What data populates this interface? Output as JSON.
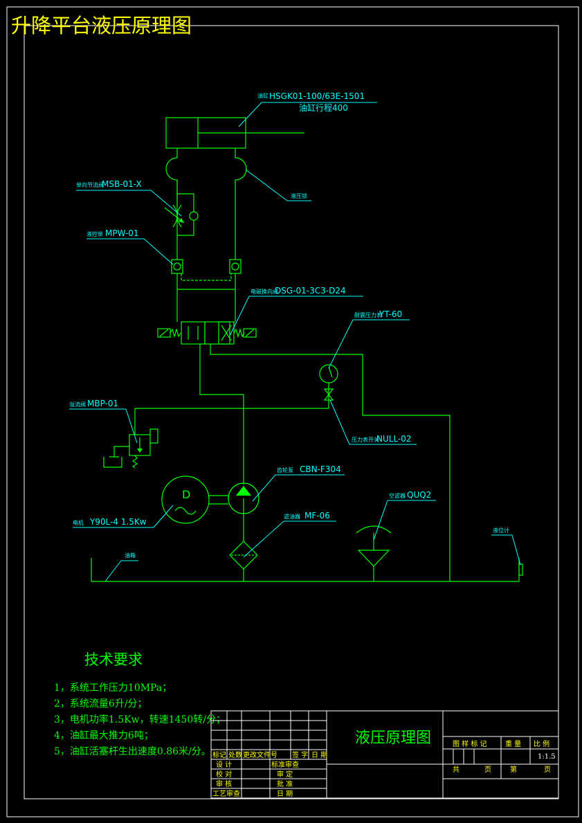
{
  "title": "升降平台液压原理图",
  "components": {
    "cylinder": {
      "small": "油缸",
      "model": "HSGK01-100/63E-1501",
      "stroke_label": "油缸行程400"
    },
    "hydraulic_lock": {
      "small": "液压锁"
    },
    "throttle_valve": {
      "small": "单向节流阀",
      "model": "MSB-01-X"
    },
    "check_valve": {
      "small": "液控单",
      "model": "MPW-01"
    },
    "solenoid_valve": {
      "small": "电磁换向阀",
      "model": "DSG-01-3C3-D24"
    },
    "pressure_gauge": {
      "small": "耐震压力表",
      "model": "YT-60"
    },
    "gauge_switch": {
      "small": "压力表开关",
      "model": "NULL-02"
    },
    "relief_valve": {
      "small": "溢流阀",
      "model": "MBP-01"
    },
    "gear_pump": {
      "small": "齿轮泵",
      "model": "CBN-F304"
    },
    "motor": {
      "small": "电机",
      "model": "Y90L-4 1.5Kw",
      "symbol": "D"
    },
    "filter": {
      "small": "滤油器",
      "model": "MF-06"
    },
    "air_filter": {
      "small": "空滤器",
      "model": "QUQ2"
    },
    "tank": {
      "small": "油箱"
    },
    "level_gauge": {
      "small": "液位计"
    }
  },
  "tech_requirements": {
    "heading": "技术要求",
    "items": [
      "1，系统工作压力10MPa；",
      "2，系统流量6升/分；",
      "3，电机功率1.5Kw，转速1450转/分；",
      "4，油缸最大推力6吨；",
      "5，油缸活塞杆生出速度0.86米/分。"
    ]
  },
  "title_block": {
    "drawing_name": "液压原理图",
    "row_headers": [
      "标记",
      "处数",
      "更改文件号",
      "签 字",
      "日 期"
    ],
    "left_labels": [
      "设 计",
      "校 对",
      "审 核",
      "工艺审查"
    ],
    "mid_labels": [
      "标准审查",
      "审 定",
      "批 准",
      "日 期"
    ],
    "right_headers": [
      "图 样 标 记",
      "重 量",
      "比 例"
    ],
    "scale": "1:1.5",
    "sheet_labels": [
      "共",
      "页",
      "第",
      "页"
    ]
  }
}
